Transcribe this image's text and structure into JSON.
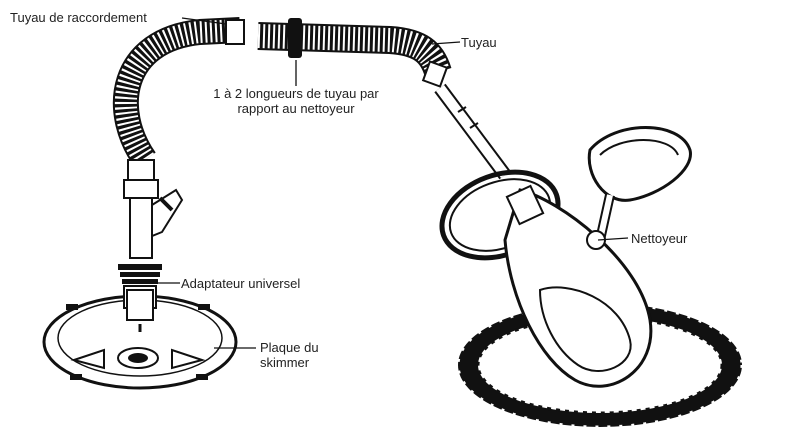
{
  "labels": {
    "tuyau_raccordement": "Tuyau de raccordement",
    "longueurs_line1": "1 à 2 longueurs de tuyau par",
    "longueurs_line2": "rapport au nettoyeur",
    "tuyau": "Tuyau",
    "nettoyeur": "Nettoyeur",
    "adaptateur": "Adaptateur universel",
    "plaque_line1": "Plaque du",
    "plaque_line2": "skimmer"
  }
}
